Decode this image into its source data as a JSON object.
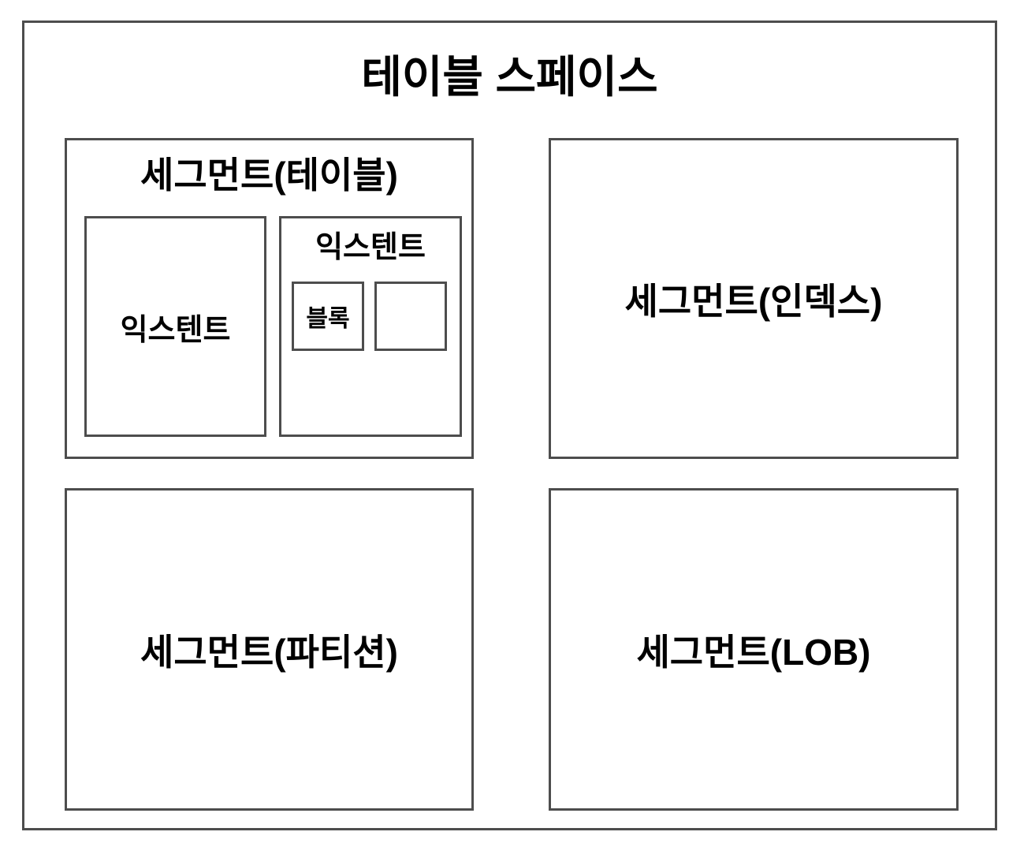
{
  "diagram": {
    "title": "테이블 스페이스",
    "colors": {
      "background": "#ffffff",
      "border": "#4d4d4d",
      "text": "#000000"
    },
    "segments": {
      "table": {
        "title": "세그먼트(테이블)",
        "extent_left": {
          "label": "익스텐트"
        },
        "extent_right": {
          "label": "익스텐트",
          "block": {
            "label": "블록"
          },
          "empty_block": {
            "label": ""
          }
        }
      },
      "index": {
        "title": "세그먼트(인덱스)"
      },
      "partition": {
        "title": "세그먼트(파티션)"
      },
      "lob": {
        "title": "세그먼트(LOB)"
      }
    }
  }
}
